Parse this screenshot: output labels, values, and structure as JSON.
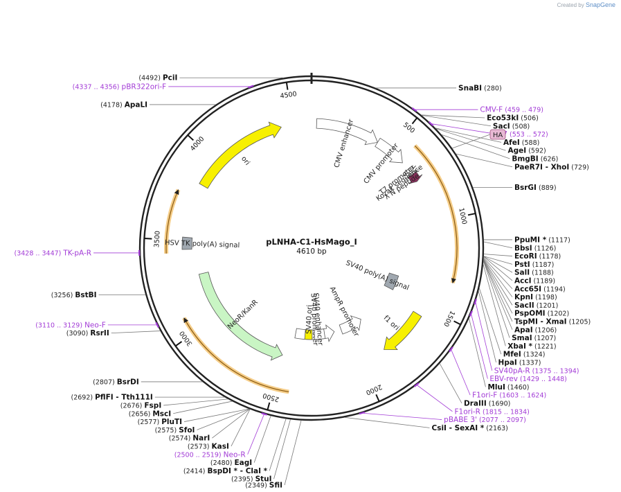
{
  "watermark": {
    "prefix": "Created by",
    "brand": "SnapGene"
  },
  "plasmid": {
    "name": "pLNHA-C1-HsMago_I",
    "length_label": "4610 bp",
    "length": 4610
  },
  "ticks": [
    {
      "label": "500",
      "bp": 500
    },
    {
      "label": "1000",
      "bp": 1000
    },
    {
      "label": "1500",
      "bp": 1500
    },
    {
      "label": "2000",
      "bp": 2000
    },
    {
      "label": "2500",
      "bp": 2500
    },
    {
      "label": "3000",
      "bp": 3000
    },
    {
      "label": "3500",
      "bp": 3500
    },
    {
      "label": "4000",
      "bp": 4000
    },
    {
      "label": "4500",
      "bp": 4500
    }
  ],
  "enzymes": [
    {
      "name": "PciI",
      "pos": "(4492)",
      "bp": 4492,
      "side": "left"
    },
    {
      "name": "ApaLI",
      "pos": "(4178)",
      "bp": 4178,
      "side": "left"
    },
    {
      "name": "SnaBI",
      "pos": "(280)",
      "bp": 280,
      "side": "right"
    },
    {
      "name": "Eco53kI",
      "pos": "(506)",
      "bp": 506,
      "side": "right"
    },
    {
      "name": "SacI",
      "pos": "(508)",
      "bp": 508,
      "side": "right"
    },
    {
      "name": "AfeI",
      "pos": "(588)",
      "bp": 588,
      "side": "right"
    },
    {
      "name": "AgeI",
      "pos": "(592)",
      "bp": 592,
      "side": "right"
    },
    {
      "name": "BmgBI",
      "pos": "(626)",
      "bp": 626,
      "side": "right"
    },
    {
      "name": "PaeR7I  - XhoI",
      "pos": "(729)",
      "bp": 729,
      "side": "right"
    },
    {
      "name": "BsrGI",
      "pos": "(889)",
      "bp": 889,
      "side": "right"
    },
    {
      "name": "PpuMI *",
      "pos": "(1117)",
      "bp": 1117,
      "side": "right"
    },
    {
      "name": "BbsI",
      "pos": "(1126)",
      "bp": 1126,
      "side": "right"
    },
    {
      "name": "EcoRI",
      "pos": "(1178)",
      "bp": 1178,
      "side": "right"
    },
    {
      "name": "PstI",
      "pos": "(1187)",
      "bp": 1187,
      "side": "right"
    },
    {
      "name": "SalI",
      "pos": "(1188)",
      "bp": 1188,
      "side": "right"
    },
    {
      "name": "AccI",
      "pos": "(1189)",
      "bp": 1189,
      "side": "right"
    },
    {
      "name": "Acc65I",
      "pos": "(1194)",
      "bp": 1194,
      "side": "right"
    },
    {
      "name": "KpnI",
      "pos": "(1198)",
      "bp": 1198,
      "side": "right"
    },
    {
      "name": "SacII",
      "pos": "(1201)",
      "bp": 1201,
      "side": "right"
    },
    {
      "name": "PspOMI",
      "pos": "(1202)",
      "bp": 1202,
      "side": "right"
    },
    {
      "name": "TspMI  - XmaI",
      "pos": "(1205)",
      "bp": 1205,
      "side": "right"
    },
    {
      "name": "ApaI",
      "pos": "(1206)",
      "bp": 1206,
      "side": "right"
    },
    {
      "name": "SmaI",
      "pos": "(1207)",
      "bp": 1207,
      "side": "right"
    },
    {
      "name": "XbaI *",
      "pos": "(1221)",
      "bp": 1221,
      "side": "right"
    },
    {
      "name": "MfeI",
      "pos": "(1324)",
      "bp": 1324,
      "side": "right"
    },
    {
      "name": "HpaI",
      "pos": "(1337)",
      "bp": 1337,
      "side": "right"
    },
    {
      "name": "MluI",
      "pos": "(1460)",
      "bp": 1460,
      "side": "right"
    },
    {
      "name": "DraIII",
      "pos": "(1690)",
      "bp": 1690,
      "side": "right"
    },
    {
      "name": "CsiI  - SexAI *",
      "pos": "(2163)",
      "bp": 2163,
      "side": "right"
    },
    {
      "name": "SfiI",
      "pos": "(2349)",
      "bp": 2349,
      "side": "left"
    },
    {
      "name": "StuI",
      "pos": "(2395)",
      "bp": 2395,
      "side": "left"
    },
    {
      "name": "BspDI *  - ClaI *",
      "pos": "(2414)",
      "bp": 2414,
      "side": "left"
    },
    {
      "name": "EagI",
      "pos": "(2480)",
      "bp": 2480,
      "side": "left"
    },
    {
      "name": "KasI",
      "pos": "(2573)",
      "bp": 2573,
      "side": "left"
    },
    {
      "name": "NarI",
      "pos": "(2574)",
      "bp": 2574,
      "side": "left"
    },
    {
      "name": "SfoI",
      "pos": "(2575)",
      "bp": 2575,
      "side": "left"
    },
    {
      "name": "PluTI",
      "pos": "(2577)",
      "bp": 2577,
      "side": "left"
    },
    {
      "name": "MscI",
      "pos": "(2656)",
      "bp": 2656,
      "side": "left"
    },
    {
      "name": "FspI",
      "pos": "(2676)",
      "bp": 2676,
      "side": "left"
    },
    {
      "name": "PflFI  - Tth111I",
      "pos": "(2692)",
      "bp": 2692,
      "side": "left"
    },
    {
      "name": "BsrDI",
      "pos": "(2807)",
      "bp": 2807,
      "side": "left"
    },
    {
      "name": "RsrII",
      "pos": "(3090)",
      "bp": 3090,
      "side": "left"
    },
    {
      "name": "BstBI",
      "pos": "(3256)",
      "bp": 3256,
      "side": "left"
    }
  ],
  "primers": [
    {
      "name": "pBR322ori-F",
      "pos": "(4337 .. 4356)",
      "bp": 4346,
      "side": "left"
    },
    {
      "name": "CMV-F",
      "pos": "(459 .. 479)",
      "bp": 469,
      "side": "right"
    },
    {
      "name": "T7",
      "pos": "(553 .. 572)",
      "bp": 562,
      "side": "right"
    },
    {
      "name": "TK-pA-R",
      "pos": "(3428 .. 3447)",
      "bp": 3437,
      "side": "left"
    },
    {
      "name": "SV40pA-R",
      "pos": "(1375 .. 1394)",
      "bp": 1384,
      "side": "right"
    },
    {
      "name": "EBV-rev",
      "pos": "(1429 .. 1448)",
      "bp": 1438,
      "side": "right"
    },
    {
      "name": "Neo-F",
      "pos": "(3110 .. 3129)",
      "bp": 3119,
      "side": "left"
    },
    {
      "name": "F1ori-F",
      "pos": "(1603 .. 1624)",
      "bp": 1613,
      "side": "right"
    },
    {
      "name": "F1ori-R",
      "pos": "(1815 .. 1834)",
      "bp": 1824,
      "side": "right"
    },
    {
      "name": "pBABE 3'",
      "pos": "(2077 .. 2097)",
      "bp": 2087,
      "side": "right"
    },
    {
      "name": "Neo-R",
      "pos": "(2500 .. 2519)",
      "bp": 2509,
      "side": "left"
    }
  ],
  "tag": {
    "name": "HA"
  },
  "features": [
    {
      "name": "ori",
      "start": 3840,
      "end": 4430,
      "color": "#f7f000",
      "strand": 1
    },
    {
      "name": "CMV enhancer",
      "start": 30,
      "end": 410,
      "color": "#ffffff",
      "strand": 1
    },
    {
      "name": "CMV promoter",
      "start": 410,
      "end": 600,
      "color": "#ffffff",
      "strand": 1
    },
    {
      "name": "T7 promoter",
      "start": 650,
      "end": 670,
      "color": "#ffffff",
      "strand": 1
    },
    {
      "name": "λ N peptide",
      "start": 690,
      "end": 740,
      "color": "#8a2f5c",
      "strand": 1
    },
    {
      "name": "Kozak sequence",
      "start": 680,
      "end": 690,
      "color": "#ffffff",
      "strand": 1
    },
    {
      "name": "SV40 poly(A) signal",
      "start": 1380,
      "end": 1500,
      "color": "#a0a8b0",
      "strand": 0
    },
    {
      "name": "f1 ori",
      "start": 1560,
      "end": 1850,
      "color": "#f7f000",
      "strand": 1
    },
    {
      "name": "AmpR promoter",
      "start": 1860,
      "end": 2050,
      "color": "#ffffff",
      "strand": -1
    },
    {
      "name": "SV40 promoter",
      "start": 2110,
      "end": 2440,
      "color": "#ffffff",
      "strand": -1
    },
    {
      "name": "SV40 enhancer",
      "start": 2195,
      "end": 2280,
      "color": "#ffffff",
      "strand": 0
    },
    {
      "name": "SV40 ori",
      "start": 2300,
      "end": 2360,
      "color": "#f7f000",
      "strand": 0
    },
    {
      "name": "NeoR/KanR",
      "start": 2500,
      "end": 3290,
      "color": "#c9f5c4",
      "strand": -1
    },
    {
      "name": "HSV TK poly(A) signal",
      "start": 3450,
      "end": 3520,
      "color": "#a0a8b0",
      "strand": 0
    }
  ],
  "orfs": [
    {
      "start": 580,
      "end": 1330,
      "strand": 1
    },
    {
      "start": 2420,
      "end": 3090,
      "strand": 1
    },
    {
      "start": 3430,
      "end": 3760,
      "strand": 1
    }
  ],
  "colors": {
    "backbone": "#222222",
    "primer": "#a23bd6",
    "orf": "#f3c06a",
    "neo_inner": "#4aa02c",
    "tag_fill": "#e8b9d4"
  }
}
